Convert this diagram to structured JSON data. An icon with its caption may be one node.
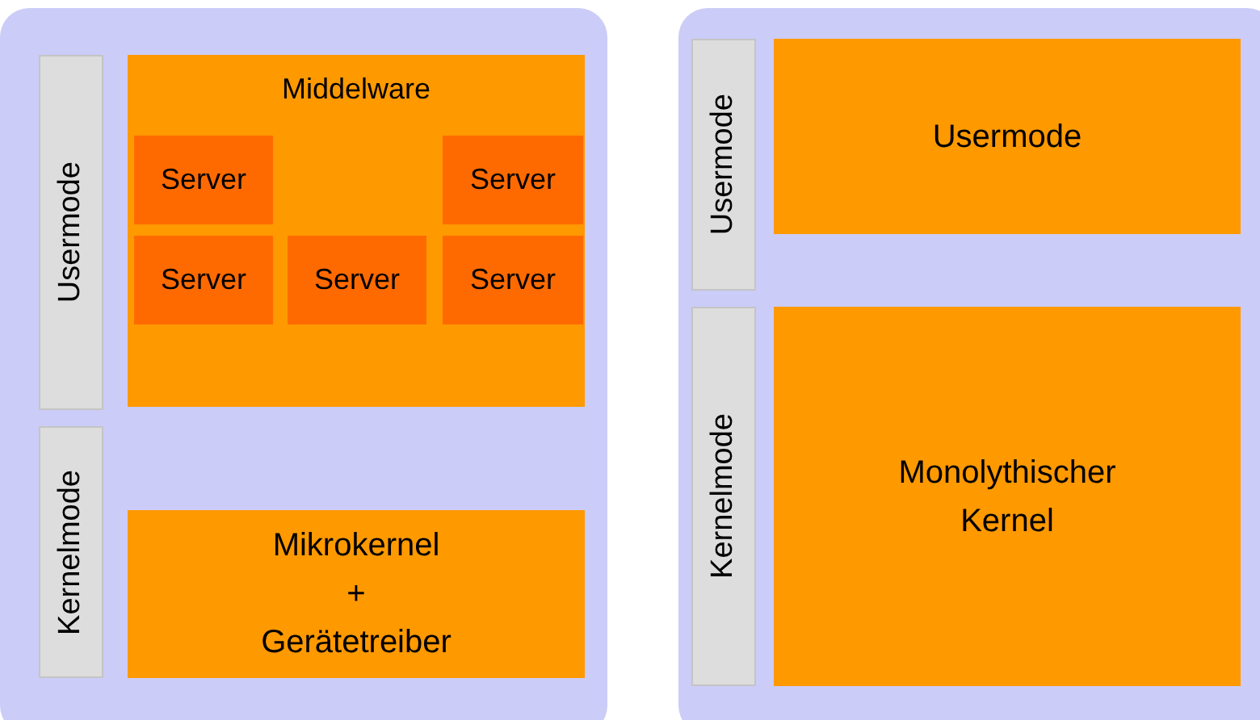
{
  "diagram": {
    "nodes": [
      {
        "text": [
          "Usermode"
        ]
      },
      {
        "text": [
          "Middelware"
        ]
      },
      {
        "text": [
          "Server"
        ],
        "in": 1
      },
      {
        "text": [
          "Server"
        ],
        "in": 1
      },
      {
        "text": [
          "Server"
        ],
        "in": 1
      },
      {
        "text": [
          "Server"
        ],
        "in": 1
      },
      {
        "text": [
          "Server"
        ],
        "in": 1
      },
      {
        "text": [
          "Kernelmode"
        ]
      },
      {
        "text": [
          "Mikrokernel + Gerätetreiber"
        ]
      },
      {
        "text": [
          "Usermode"
        ]
      },
      {
        "text": [
          "Usermode"
        ]
      },
      {
        "text": [
          "Kernelmode"
        ]
      },
      {
        "text": [
          "Monolythischer Kernel"
        ]
      }
    ]
  }
}
